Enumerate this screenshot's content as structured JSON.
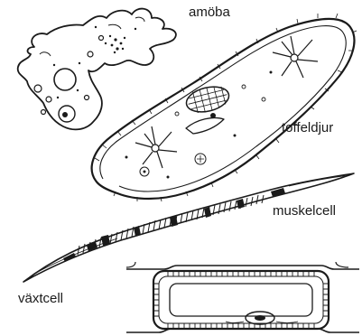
{
  "labels": {
    "amoeba": "amöba",
    "paramecium": "toffeldjur",
    "muscle_cell": "muskelcell",
    "plant_cell": "växtcell"
  },
  "colors": {
    "ink": "#1a1a1a",
    "paper": "#ffffff"
  }
}
